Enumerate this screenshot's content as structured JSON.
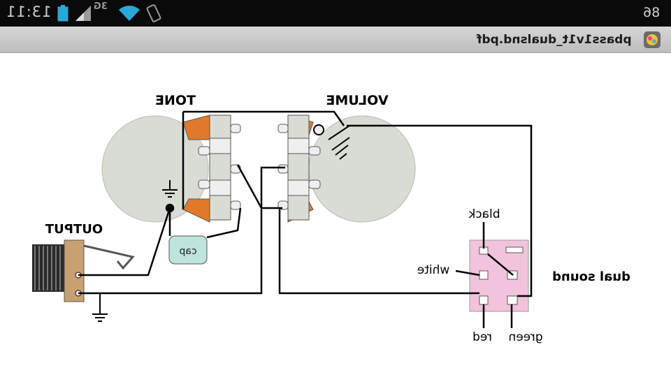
{
  "status_bar": {
    "time": "13:11",
    "network": "3G",
    "battery_level": "86",
    "icons": [
      "battery-icon",
      "signal-icon",
      "wifi-icon",
      "screen-rotation-icon"
    ]
  },
  "title_bar": {
    "title": "pbass1v1t_dualsnd.pdf",
    "icon": "pdf-app-icon"
  },
  "diagram": {
    "labels": {
      "tone": "TONE",
      "volume": "VOLUME",
      "output": "OUTPUT",
      "dual_sound": "dual sound",
      "cap": "cap",
      "black": "black",
      "white": "white",
      "red": "red",
      "green": "green"
    },
    "colors": {
      "pot_body": "#d9dcd5",
      "pot_lug": "#e07a2a",
      "switch_body": "#f2c3dc",
      "cap_body": "#bfe3dd",
      "jack_body": "#c8a071",
      "wire": "#000000"
    }
  }
}
